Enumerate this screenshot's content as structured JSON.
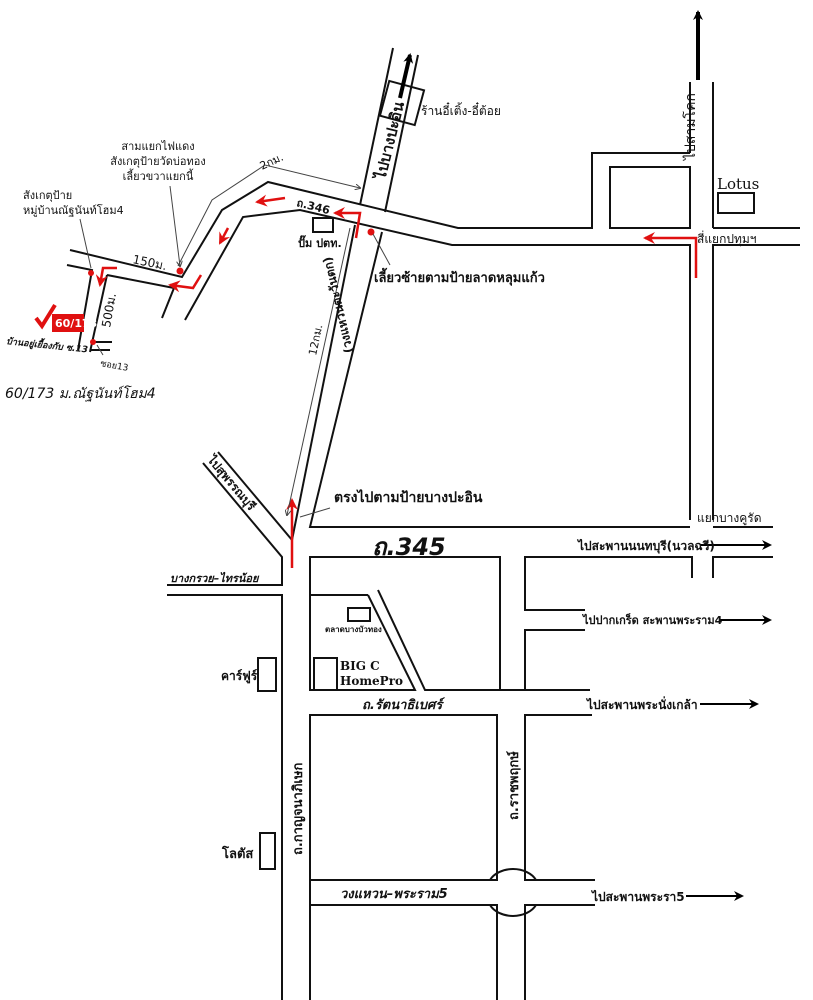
{
  "colors": {
    "road": "#111111",
    "route": "#e01010",
    "background": "#ffffff"
  },
  "labels": {
    "to_bang_pa_in": "ไปบางปะอิน",
    "shop": "ร้านอี๋เติ้ง-อี๋ต้อย",
    "to_sam_khok": "ไปสามโคก",
    "lotus_north": "Lotus",
    "pathum_junction": "สี่แยกปทุมฯ",
    "road_346": "ถ.346",
    "ptt_station": "ปั๊ม ปตท.",
    "turn_left_lat_lum_kaeo": "เลี้ยวซ้ายตามป้ายลาดหลุมแก้ว",
    "western_ring": "(วงแหวนตะวันตก)",
    "dist_12km": "12กม.",
    "dist_2km": "2กม.",
    "traffic_light_note": [
      "สามแยกไฟแดง",
      "สังเกตุป้ายวัดบ่อทอง",
      "เลี้ยวขวาแยกนี้"
    ],
    "village_sign_note": [
      "สังเกตุป้าย",
      "หมู่บ้านณัฐนันท์โฮม4"
    ],
    "dist_150m": "150ม.",
    "dist_500m": "500ม.",
    "house_number": "60/173",
    "house_note": "บ้านอยู่เยื้องกับ ซ.13",
    "soi_13": "ซอย13",
    "address": "60/173 ม.ณัฐนันท์โฮม4",
    "to_suphanburi": "ไปสุพรรณบุรี",
    "go_straight_bang_pa_in": "ตรงไปตามป้ายบางปะอิน",
    "road_345": "ถ.345",
    "bang_khu_rat_junction": "แยกบางคูรัด",
    "to_nonthaburi_bridge": "ไปสะพานนนทบุรี(นวลฉวี)",
    "to_pak_kret": "ไปปากเกร็ด สะพานพระราม4",
    "to_phra_nang_klao": "ไปสะพานพระนั่งเกล้า",
    "to_rama5_bridge": "ไปสะพานพระรา5",
    "bang_kruai_sai_noi": "บางกรวย–ไทรน้อย",
    "bang_bua_thong_market": "ตลาดบางบัวทอง",
    "big_c": "BIG C",
    "homepro": "HomePro",
    "carrefour": "คาร์ฟูร์",
    "lotus_south": "โลตัส",
    "rattanathibet": "ถ.รัตนาธิเบศร์",
    "ratchaphruek": "ถ.ราชพฤกษ์",
    "kanchanaphisek": "ถ.กาญจนาภิเษก",
    "ring_rama5": "วงแหวน–พระราม5"
  },
  "icons": [
    "arrow-right-icon",
    "arrow-up-icon",
    "checkmark-icon",
    "location-dot-icon"
  ]
}
